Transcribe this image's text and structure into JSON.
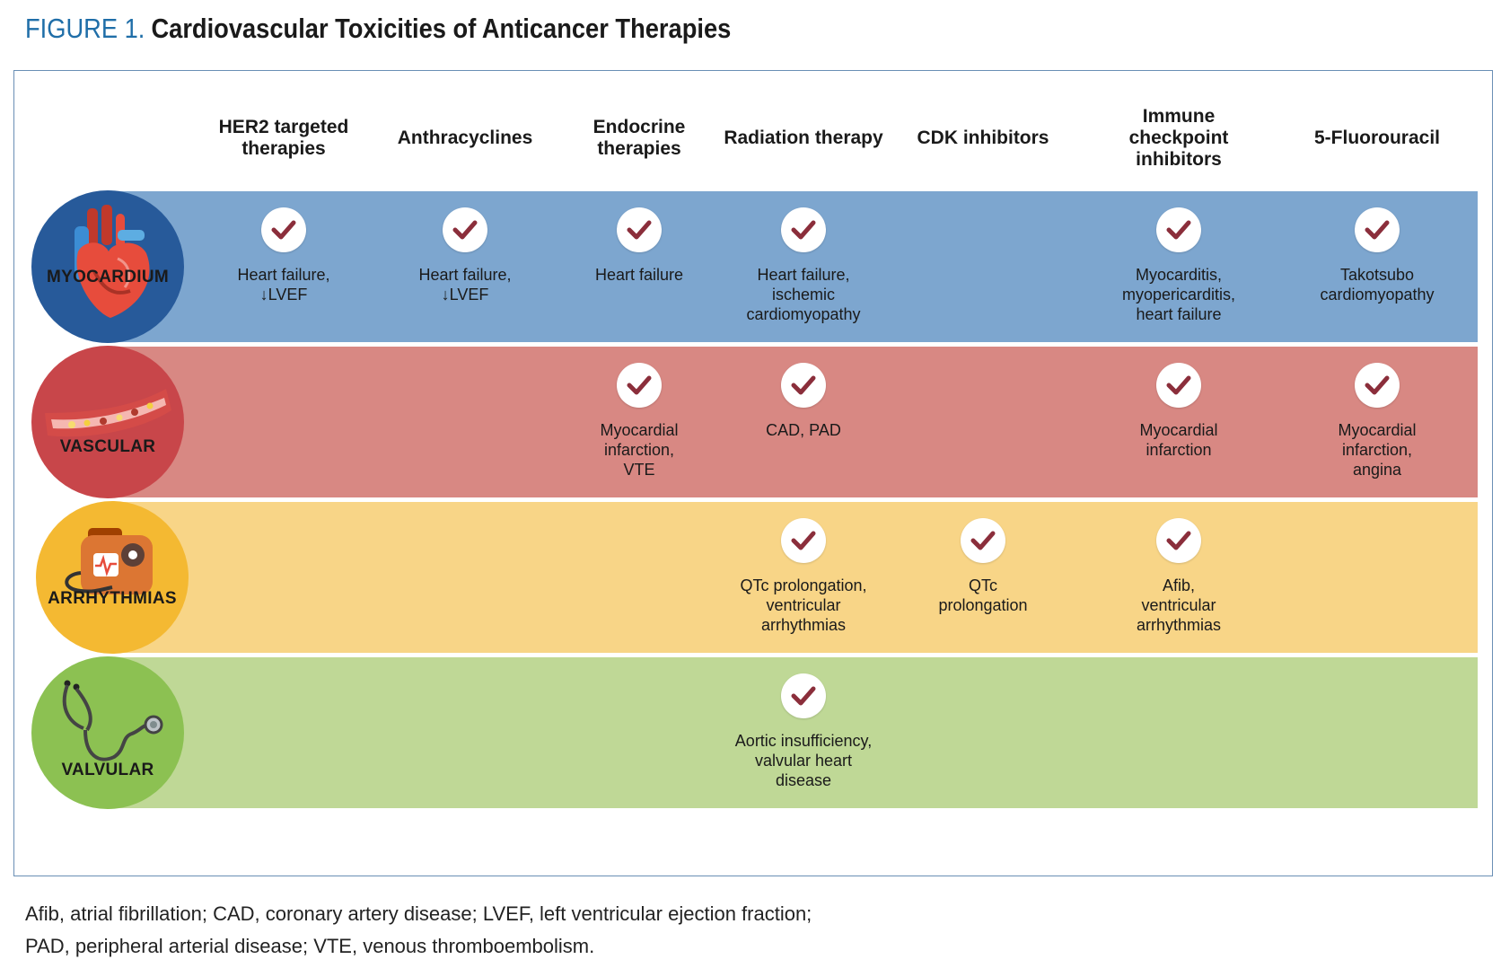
{
  "figure_label": "FIGURE 1.",
  "figure_title": "Cardiovascular Toxicities of Anticancer Therapies",
  "colors": {
    "myocardium": "#7da6cf",
    "vascular": "#d88883",
    "arrhythmias": "#f8d587",
    "valvular": "#bfd896",
    "check": "#8b2e3b",
    "title_blue": "#1f6ea8"
  },
  "columns": [
    "HER2 targeted therapies",
    "Anthracyclines",
    "Endocrine therapies",
    "Radiation therapy",
    "CDK inhibitors",
    "Immune checkpoint inhibitors",
    "5-Fluorouracil"
  ],
  "rows": [
    {
      "label": "MYOCARDIUM",
      "icon": "heart-icon",
      "cells": [
        "Heart failure,\n↓LVEF",
        "Heart failure,\n↓LVEF",
        "Heart failure",
        "Heart failure,\nischemic\ncardiomyopathy",
        "",
        "Myocarditis,\nmyopericarditis,\nheart failure",
        "Takotsubo\ncardiomyopathy"
      ]
    },
    {
      "label": "VASCULAR",
      "icon": "artery-icon",
      "cells": [
        "",
        "",
        "Myocardial\ninfarction,\nVTE",
        "CAD, PAD",
        "",
        "Myocardial\ninfarction",
        "Myocardial\ninfarction,\nangina"
      ]
    },
    {
      "label": "ARRHYTHMIAS",
      "icon": "defibrillator-icon",
      "cells": [
        "",
        "",
        "",
        "QTc prolongation,\nventricular\narrhythmias",
        "QTc\nprolongation",
        "Afib,\nventricular\narrhythmias",
        ""
      ]
    },
    {
      "label": "VALVULAR",
      "icon": "stethoscope-icon",
      "cells": [
        "",
        "",
        "",
        "Aortic insufficiency,\nvalvular heart\ndisease",
        "",
        "",
        ""
      ]
    }
  ],
  "footnote_line1": "Afib, atrial fibrillation; CAD, coronary artery disease; LVEF, left ventricular ejection fraction;",
  "footnote_line2": "PAD, peripheral arterial disease; VTE, venous thromboembolism."
}
